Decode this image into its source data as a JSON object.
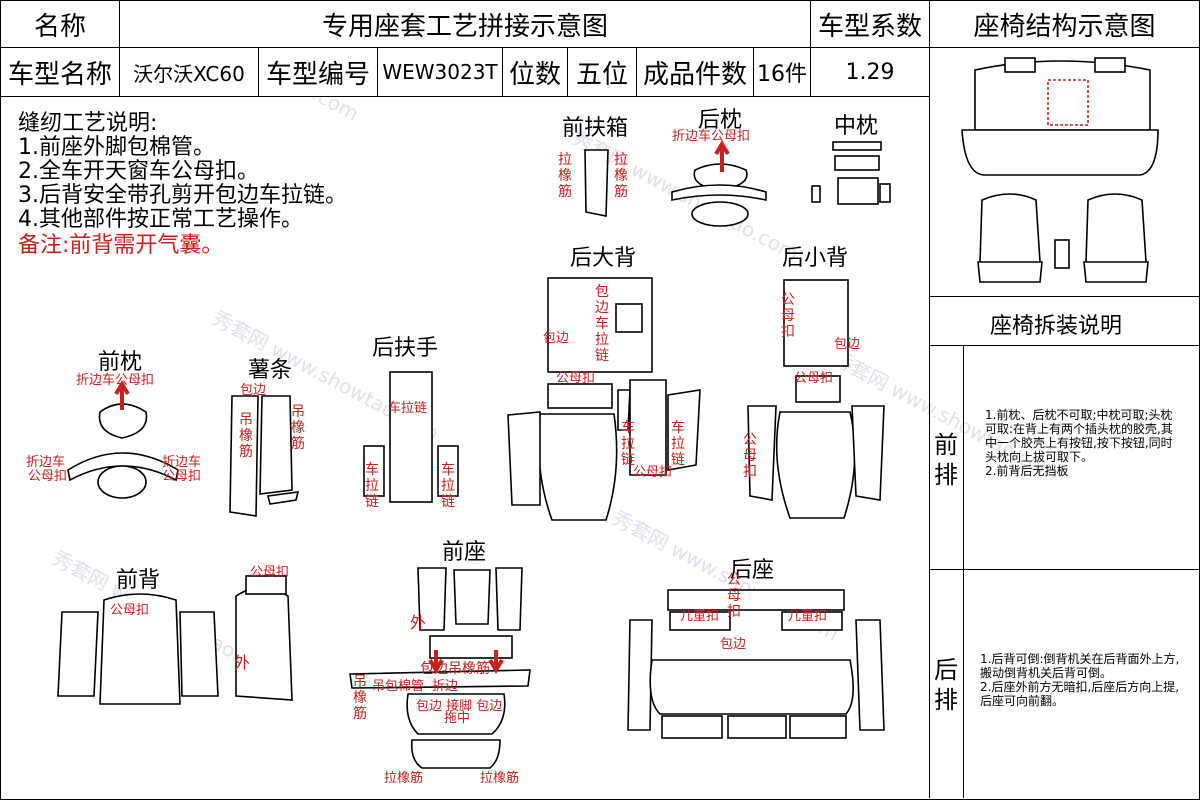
{
  "header": {
    "name_label": "名称",
    "title": "专用座套工艺拼接示意图",
    "coef_label": "车型系数",
    "struct_title": "座椅结构示意图",
    "model_name_label": "车型名称",
    "model_name": "沃尔沃XC60",
    "model_no_label": "车型编号",
    "model_no": "WEW3023T",
    "seats_label": "位数",
    "seats": "五位",
    "pieces_label": "成品件数",
    "pieces": "16件",
    "coef": "1.29"
  },
  "notes": {
    "heading": "缝纫工艺说明:",
    "items": [
      "1.前座外脚包棉管。",
      "2.全车开天窗车公母扣。",
      "3.后背安全带孔剪开包边车拉链。",
      "4.其他部件按正常工艺操作。"
    ],
    "remark": "备注:前背需开气囊。"
  },
  "parts": {
    "front_armrest_box": "前扶箱",
    "rear_pillow": "后枕",
    "mid_pillow": "中枕",
    "rear_big_back": "后大背",
    "rear_small_back": "后小背",
    "front_pillow": "前枕",
    "strip": "薯条",
    "rear_armrest": "后扶手",
    "front_back": "前背",
    "front_seat": "前座",
    "rear_seat": "后座"
  },
  "annotations": {
    "fold_snap": "折边车公母扣",
    "fold_car": "折边车",
    "snap": "公母扣",
    "pull_rubber": "拉橡筋",
    "hang_rubber": "吊橡筋",
    "edge": "包边",
    "edge_car_zip": "包边车拉链",
    "car_zip": "车拉链",
    "outer": "外",
    "edge_hang": "包边吊橡筋",
    "fold_edge": "折边",
    "hang_rubber2": "吊包棉管",
    "edge_foot": "包边 接脚 包边",
    "drag_mid": "拖中",
    "child_snap": "儿童扣",
    "snap_v": "公母扣"
  },
  "side": {
    "disassembly_title": "座椅拆装说明",
    "front_row_label": "前排",
    "front_row_text": "1.前枕、后枕不可取;中枕可取;头枕可取:在背上有两个插头枕的胶壳,其中一个胶壳上有按钮,按下按钮,同时头枕向上拔可取下。\n2.前背后无挡板",
    "rear_row_label": "后排",
    "rear_row_text": "1.后背可倒:倒背机关在后背面外上方,搬动倒背机关后背可倒。\n2.后座外前方无暗扣,后座后方向上提,后座可向前翻。"
  },
  "watermark": "秀套网 www.showtao.com",
  "colors": {
    "accent_red": "#c8201c"
  }
}
